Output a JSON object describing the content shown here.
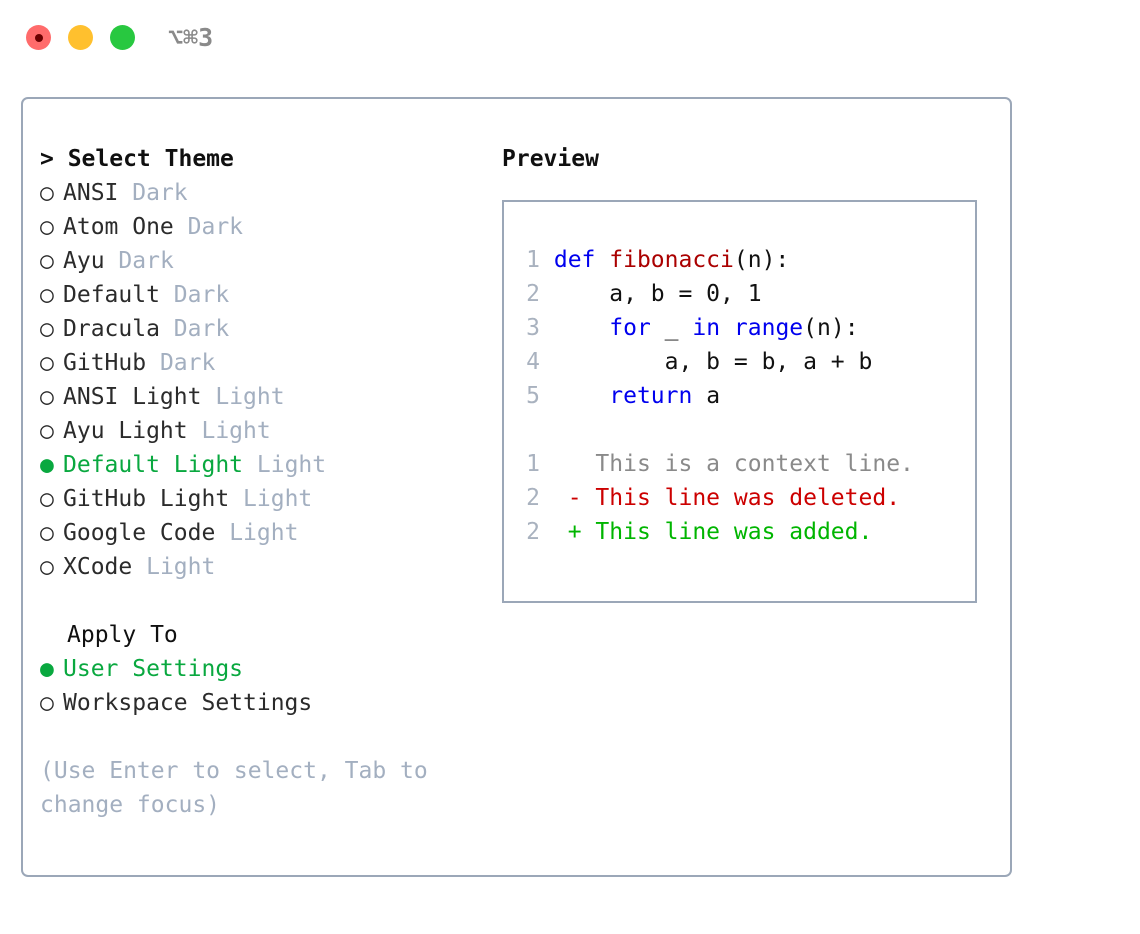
{
  "titlebar": {
    "shortcut": "⌥⌘3",
    "buttons": [
      {
        "name": "close",
        "color": "#FF6B6B"
      },
      {
        "name": "minimize",
        "color": "#FFC02E"
      },
      {
        "name": "maximize",
        "color": "#28C840"
      }
    ]
  },
  "theme_list": {
    "header": "> Select Theme",
    "items": [
      {
        "bullet": "○",
        "label": "ANSI",
        "tag": "Dark",
        "selected": false
      },
      {
        "bullet": "○",
        "label": "Atom One",
        "tag": "Dark",
        "selected": false
      },
      {
        "bullet": "○",
        "label": "Ayu",
        "tag": "Dark",
        "selected": false
      },
      {
        "bullet": "○",
        "label": "Default",
        "tag": "Dark",
        "selected": false
      },
      {
        "bullet": "○",
        "label": "Dracula",
        "tag": "Dark",
        "selected": false
      },
      {
        "bullet": "○",
        "label": "GitHub",
        "tag": "Dark",
        "selected": false
      },
      {
        "bullet": "○",
        "label": "ANSI Light",
        "tag": "Light",
        "selected": false
      },
      {
        "bullet": "○",
        "label": "Ayu Light",
        "tag": "Light",
        "selected": false
      },
      {
        "bullet": "●",
        "label": "Default Light",
        "tag": "Light",
        "selected": true
      },
      {
        "bullet": "○",
        "label": "GitHub Light",
        "tag": "Light",
        "selected": false
      },
      {
        "bullet": "○",
        "label": "Google Code",
        "tag": "Light",
        "selected": false
      },
      {
        "bullet": "○",
        "label": "XCode",
        "tag": "Light",
        "selected": false
      }
    ]
  },
  "apply_to": {
    "header": "Apply To",
    "items": [
      {
        "bullet": "●",
        "label": "User Settings",
        "selected": true
      },
      {
        "bullet": "○",
        "label": "Workspace Settings",
        "selected": false
      }
    ]
  },
  "hint": "(Use Enter to select, Tab to change focus)",
  "preview": {
    "title": "Preview",
    "code_lines": [
      {
        "num": "1",
        "tokens": [
          {
            "t": "def ",
            "c": "kw"
          },
          {
            "t": "fibonacci",
            "c": "fn"
          },
          {
            "t": "(n):",
            "c": "plain"
          }
        ]
      },
      {
        "num": "2",
        "tokens": [
          {
            "t": "    a, b = 0, 1",
            "c": "plain"
          }
        ]
      },
      {
        "num": "3",
        "tokens": [
          {
            "t": "    ",
            "c": "plain"
          },
          {
            "t": "for",
            "c": "kw"
          },
          {
            "t": " _ ",
            "c": "plain"
          },
          {
            "t": "in",
            "c": "kw"
          },
          {
            "t": " ",
            "c": "plain"
          },
          {
            "t": "range",
            "c": "kw"
          },
          {
            "t": "(n):",
            "c": "plain"
          }
        ]
      },
      {
        "num": "4",
        "tokens": [
          {
            "t": "        a, b = b, a + b",
            "c": "plain"
          }
        ]
      },
      {
        "num": "5",
        "tokens": [
          {
            "t": "    ",
            "c": "plain"
          },
          {
            "t": "return",
            "c": "kw"
          },
          {
            "t": " a",
            "c": "plain"
          }
        ]
      }
    ],
    "diff_lines": [
      {
        "num": "1",
        "marker": " ",
        "text": " This is a context line.",
        "kind": "ctx"
      },
      {
        "num": "2",
        "marker": "-",
        "text": " This line was deleted.",
        "kind": "del"
      },
      {
        "num": "2",
        "marker": "+",
        "text": " This line was added.",
        "kind": "add"
      }
    ]
  },
  "colors": {
    "selected_green": "#09A83F",
    "tag_gray": "#A3AFC0",
    "border": "#9BA7B8",
    "keyword_blue": "#0000EE",
    "function_red": "#AA0000",
    "diff_delete": "#CC0000",
    "diff_add": "#00B500",
    "line_number": "#A9B2BF"
  }
}
